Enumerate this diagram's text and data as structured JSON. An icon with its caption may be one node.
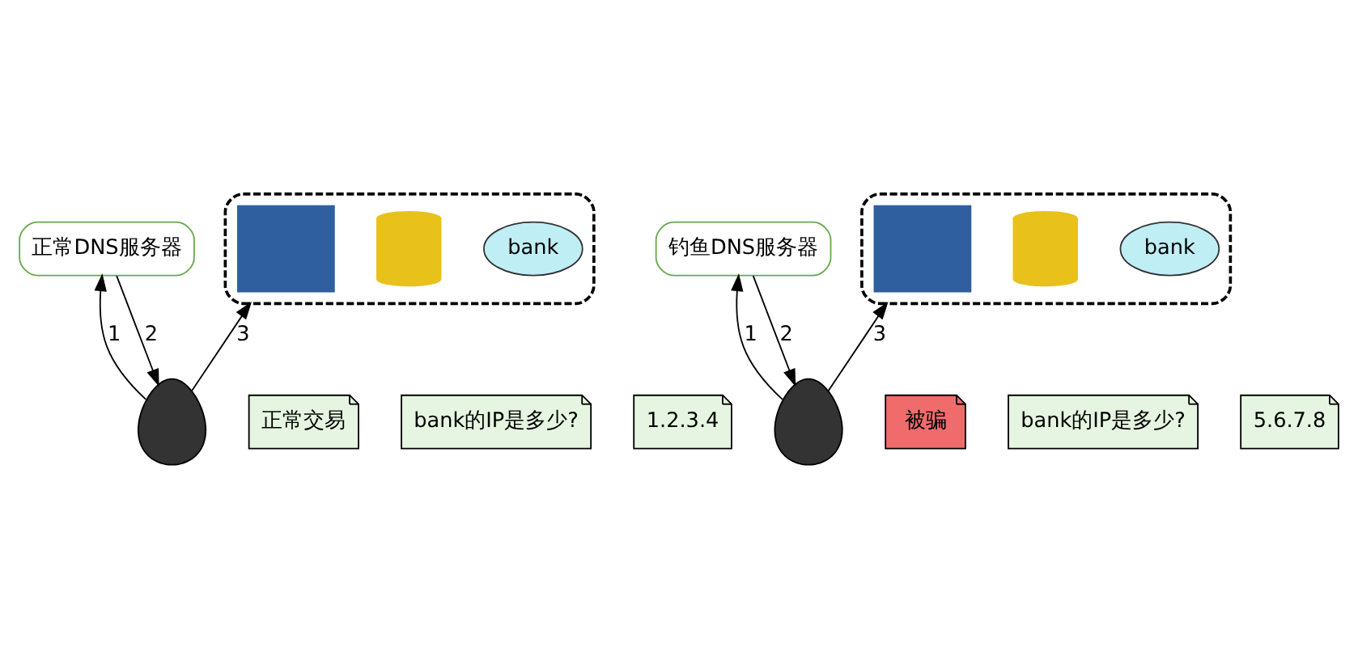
{
  "diagram": {
    "nodes": [
      {
        "text": [],
        "shape": "box"
      },
      {
        "text": [
          "bank"
        ],
        "in": 0
      },
      {
        "text": [],
        "shape": "cylinder",
        "in": 0
      },
      {
        "text": [],
        "shape": "box",
        "in": 0
      },
      {
        "text": [
          "正常交易"
        ]
      },
      {
        "text": [
          "正常DNS服务器"
        ]
      },
      {
        "text": [
          "bank的IP是多少?"
        ]
      },
      {
        "text": [
          "1.2.3.4"
        ]
      },
      {
        "text": [],
        "shape": "person"
      },
      {
        "text": [],
        "shape": "box"
      },
      {
        "text": [
          "bank"
        ],
        "in": 9
      },
      {
        "text": [],
        "shape": "cylinder",
        "in": 9
      },
      {
        "text": [],
        "shape": "box",
        "in": 9
      },
      {
        "text": [
          "被骗"
        ]
      },
      {
        "text": [
          "钓鱼DNS服务器"
        ]
      },
      {
        "text": [
          "bank的IP是多少?"
        ]
      },
      {
        "text": [
          "5.6.7.8"
        ]
      },
      {
        "text": [],
        "shape": "person"
      }
    ],
    "edges": [
      {
        "from": 8,
        "to": 5,
        "arrow": "to",
        "label": "1"
      },
      {
        "from": 5,
        "to": 8,
        "arrow": "to",
        "label": "2"
      },
      {
        "from": 8,
        "to": 0,
        "arrow": "to",
        "label": "3"
      },
      {
        "from": 17,
        "to": 14,
        "arrow": "to",
        "label": "1"
      },
      {
        "from": 14,
        "to": 17,
        "arrow": "to",
        "label": "2"
      },
      {
        "from": 17,
        "to": 9,
        "arrow": "to",
        "label": "3"
      }
    ]
  }
}
